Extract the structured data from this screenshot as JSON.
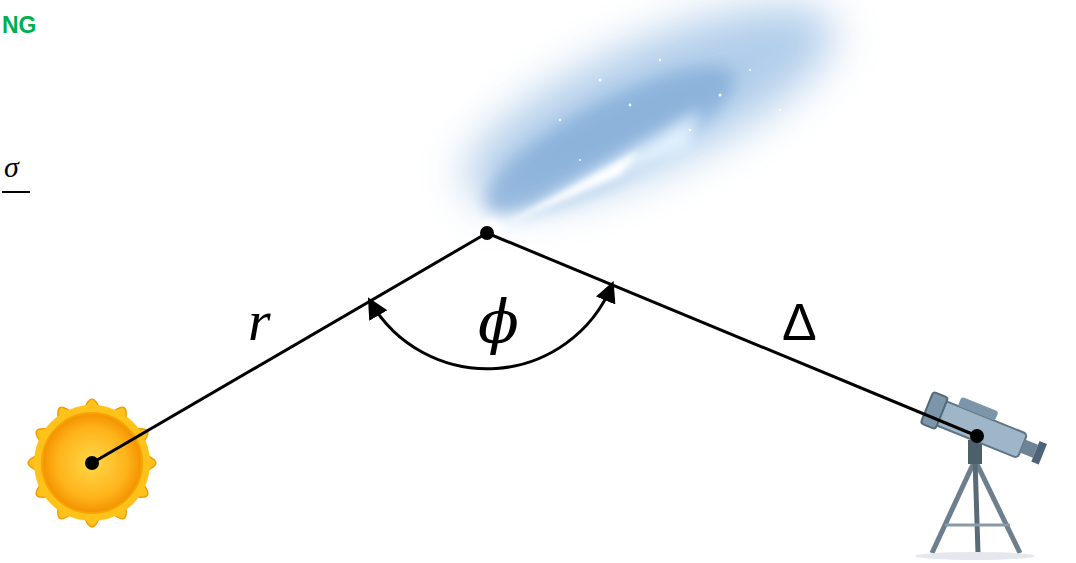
{
  "diagram": {
    "labels": [
      "NG",
      "σ",
      "r",
      "ϕ",
      "Δ"
    ]
  }
}
